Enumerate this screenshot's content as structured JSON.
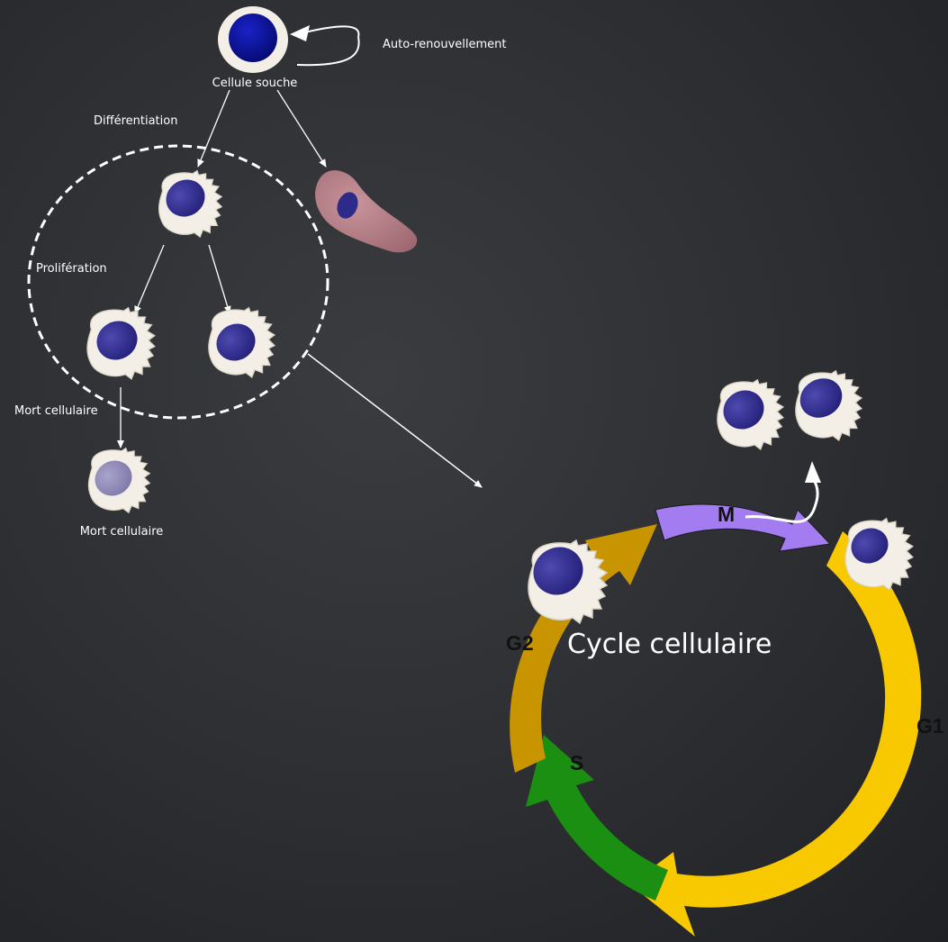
{
  "labels": {
    "auto_renewal": "Auto-renouvellement",
    "stem_cell": "Cellule souche",
    "differentiation": "Différentiation",
    "proliferation": "Prolifération",
    "cell_death_left": "Mort cellulaire",
    "cell_death_bottom": "Mort cellulaire",
    "cell_cycle": "Cycle cellulaire"
  },
  "phases": {
    "m": "M",
    "g1": "G1",
    "s": "S",
    "g2": "G2"
  },
  "colors": {
    "background": "#2c2e32",
    "nucleus": "#2e2a8a",
    "stem_nucleus": "#0d1196",
    "cell_membrane": "#f3efe6",
    "fibroblast": "#b87f86",
    "dead_nucleus": "#8f8ab8",
    "phase_m": "#a27cf0",
    "phase_g1": "#f8c800",
    "phase_s": "#1b8f12",
    "phase_g2": "#c89400"
  }
}
